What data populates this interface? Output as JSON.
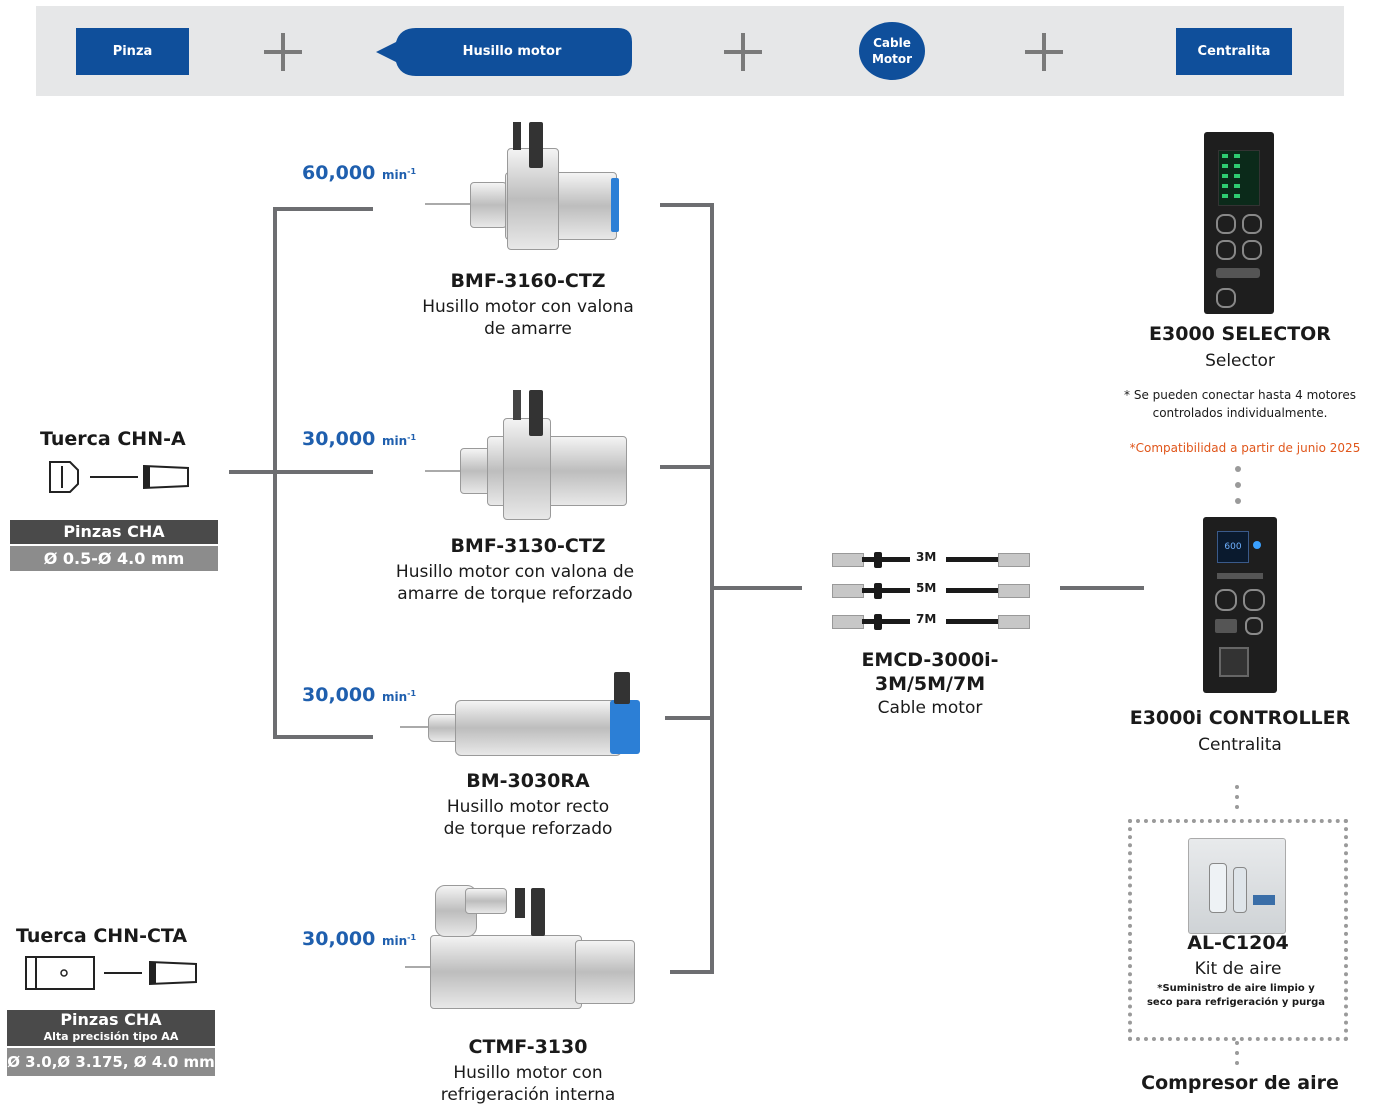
{
  "header": {
    "pinza": "Pinza",
    "husillo": "Husillo motor",
    "cable_line1": "Cable",
    "cable_line2": "Motor",
    "centralita": "Centralita"
  },
  "collets": [
    {
      "title": "Tuerca CHN-A",
      "label": "Pinzas CHA",
      "range": "Ø  0.5-Ø 4.0 mm"
    },
    {
      "title": "Tuerca CHN-CTA",
      "label": "Pinzas CHA",
      "sub": "Alta precisión tipo AA",
      "range": "Ø 3.0,Ø 3.175, Ø 4.0 mm"
    }
  ],
  "speed_unit": "min",
  "speed_exp": "-1",
  "spindles": [
    {
      "speed": "60,000",
      "model": "BMF-3160-CTZ",
      "desc1": "Husillo motor con valona",
      "desc2": "de amarre"
    },
    {
      "speed": "30,000",
      "model": "BMF-3130-CTZ",
      "desc1": "Husillo motor con valona de",
      "desc2": "amarre de torque reforzado"
    },
    {
      "speed": "30,000",
      "model": "BM-3030RA",
      "desc1": "Husillo motor recto",
      "desc2": "de torque reforzado"
    },
    {
      "speed": "30,000",
      "model": "CTMF-3130",
      "desc1": "Husillo motor con",
      "desc2": "refrigeración interna"
    }
  ],
  "cable": {
    "lengths": [
      "3M",
      "5M",
      "7M"
    ],
    "model1": "EMCD-3000i-",
    "model2": "3M/5M/7M",
    "desc": "Cable motor"
  },
  "selector": {
    "model": "E3000 SELECTOR",
    "desc": "Selector",
    "note1": "* Se pueden conectar hasta 4 motores",
    "note2": "controlados individualmente.",
    "compat": "*Compatibilidad a partir de junio 2025"
  },
  "controller": {
    "model": "E3000i CONTROLLER",
    "desc": "Centralita",
    "display": "600"
  },
  "air_kit": {
    "model": "AL-C1204",
    "desc": "Kit de aire",
    "note1": "*Suministro de aire limpio y",
    "note2": "seco para refrigeración y purga"
  },
  "compressor": "Compresor de aire",
  "colors": {
    "brand_blue": "#0f4f9b",
    "speed_blue": "#1f5fae",
    "compat_orange": "#e0561b",
    "connector": "#6d6e71"
  }
}
